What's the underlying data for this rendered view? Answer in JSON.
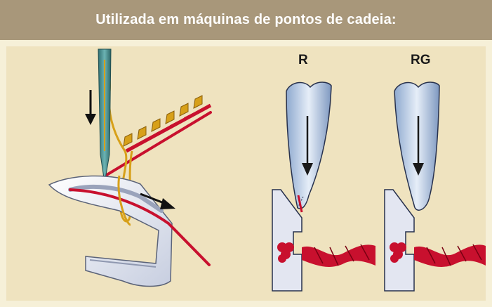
{
  "header": {
    "title": "Utilizada em máquinas de pontos de cadeia:"
  },
  "variants": [
    {
      "label": "R"
    },
    {
      "label": "RG"
    }
  ],
  "colors": {
    "header_bg": "#a8977a",
    "background": "#f6f0d8",
    "panel": "#efe3bf",
    "thread_red": "#c8102e",
    "thread_gold": "#d7a019",
    "needle_teal": "#3d8a8c",
    "needle_blue": "#b9cde6"
  },
  "icons": [
    "down-arrow-icon",
    "right-arrow-icon"
  ]
}
